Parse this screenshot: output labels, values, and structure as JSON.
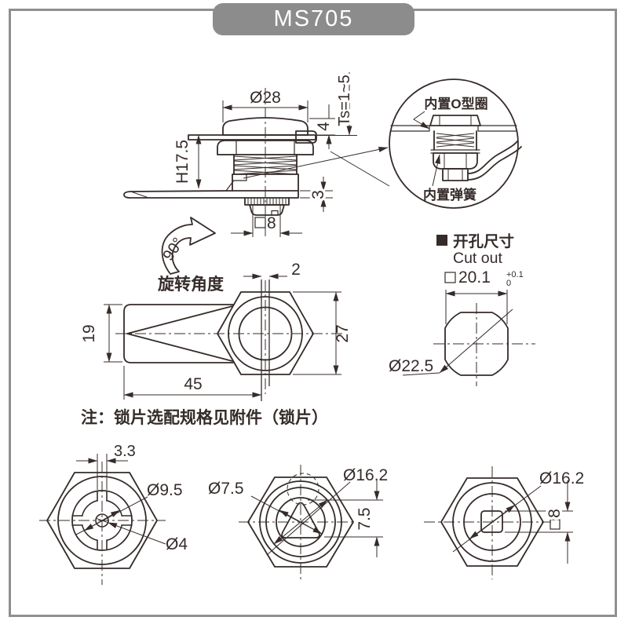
{
  "title": "MS705",
  "colors": {
    "line": "#352c2a",
    "frame": "#8f8f8f",
    "badge_bg": "#8c8c8c",
    "badge_text": "#ffffff"
  },
  "side_view": {
    "dim_head_diameter": "Ø28",
    "dim_head_height": "4",
    "dim_panel_thickness": "Ts=1~5",
    "dim_body_height": "H17.5",
    "dim_cam_thickness": "3",
    "dim_shaft_square": "8"
  },
  "detail_view": {
    "o_ring_label": "内置O型圈",
    "spring_label": "内置弹簧"
  },
  "rotation": {
    "angle": "90°",
    "caption": "旋转角度"
  },
  "front_view": {
    "dim_slot_width": "2",
    "dim_cam_width": "19",
    "dim_hex_across": "27",
    "dim_overall_length": "45"
  },
  "note_text": "注：锁片选配规格见附件（锁片）",
  "cutout": {
    "title_cn": "开孔尺寸",
    "title_en": "Cut out",
    "dim_square": "20.1",
    "tolerance_upper": "+0.1",
    "tolerance_lower": "0",
    "dim_corner_circle": "Ø22.5"
  },
  "face_views": {
    "cross": {
      "dim_slot": "3.3",
      "dim_ring": "Ø9.5",
      "dim_center": "Ø4"
    },
    "triangle": {
      "dim_key": "Ø7.5",
      "dim_ring": "Ø16.2",
      "dim_height": "7.5"
    },
    "square": {
      "dim_ring": "Ø16.2",
      "dim_key": "8"
    }
  }
}
